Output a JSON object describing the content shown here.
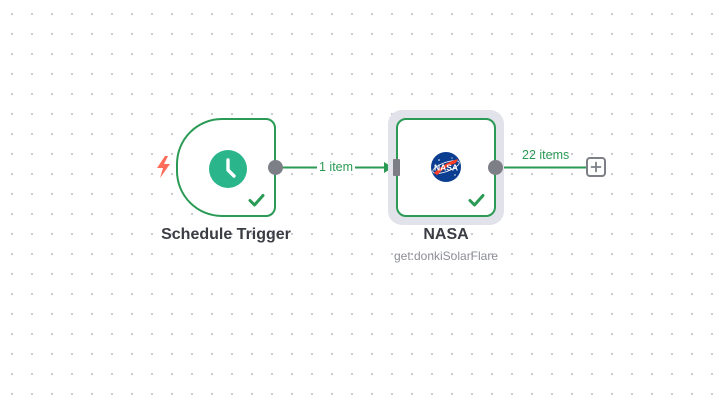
{
  "workflow": {
    "nodes": [
      {
        "title": "Schedule Trigger",
        "subtitle": "",
        "icon": "clock-icon",
        "status": "success"
      },
      {
        "title": "NASA",
        "subtitle": "get:donkiSolarFlare",
        "icon": "nasa-logo",
        "status": "success",
        "selected": true
      }
    ],
    "connections": [
      {
        "label": "1 item"
      },
      {
        "label": "22 items"
      }
    ]
  },
  "colors": {
    "success": "#2a9a55",
    "trigger_bolt": "#ff6d5a",
    "clock_bg": "#2ab58a",
    "handle": "#7d7f86",
    "canvas_dots": "#c7c9d1"
  }
}
